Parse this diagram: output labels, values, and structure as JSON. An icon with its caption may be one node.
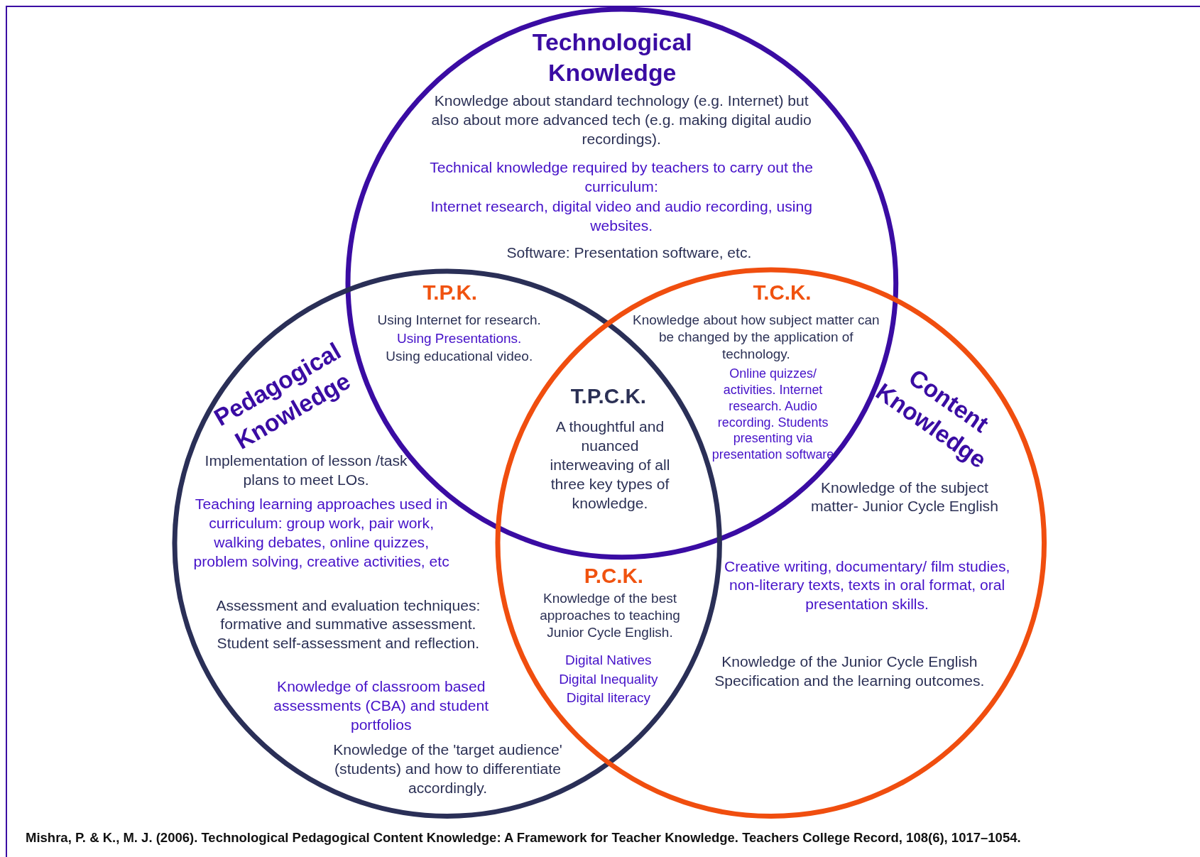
{
  "diagram": {
    "caption": "Mishra, P. & K., M. J. (2006). Technological Pedagogical Content Knowledge: A Framework for Teacher Knowledge. Teachers College Record, 108(6), 1017–1054.",
    "nodes": [
      {
        "text": [
          "Technological Knowledge",
          "Knowledge about standard technology (e.g. Internet) but also about more advanced tech (e.g. making digital audio recordings).",
          "Technical knowledge required by teachers to carry out the curriculum:",
          "Internet research, digital video and audio recording, using websites.",
          "Software: Presentation software, etc."
        ]
      },
      {
        "text": [
          "Pedagogical Knowledge",
          "Implementation of lesson /task plans to meet LOs.",
          "Teaching learning approaches used in curriculum: group work, pair work, walking debates, online quizzes, problem solving, creative activities, etc",
          "Assessment and evaluation techniques: formative and summative assessment. Student self-assessment and reflection.",
          "Knowledge of classroom based assessments (CBA) and student portfolios",
          "Knowledge of the 'target audience' (students) and how to differentiate accordingly."
        ]
      },
      {
        "text": [
          "Content Knowledge",
          "Knowledge of the subject matter- Junior Cycle English",
          "Creative writing, documentary/ film studies, non-literary texts, texts in oral format, oral presentation skills.",
          "Knowledge of the Junior Cycle English Specification and the learning outcomes."
        ]
      }
    ],
    "labels": [
      "T.P.K.",
      "Using Internet for research.",
      "Using Presentations.",
      "Using educational video.",
      "T.C.K.",
      "Knowledge about how subject matter can be changed by the application of technology.",
      "Online quizzes/ activities. Internet research. Audio recording. Students presenting via presentation software",
      "T.P.C.K.",
      "A thoughtful and nuanced interweaving of all three key types of knowledge.",
      "P.C.K.",
      "Knowledge of the best approaches to teaching Junior Cycle English.",
      "Digital Natives",
      "Digital Inequality",
      "Digital literacy"
    ]
  }
}
